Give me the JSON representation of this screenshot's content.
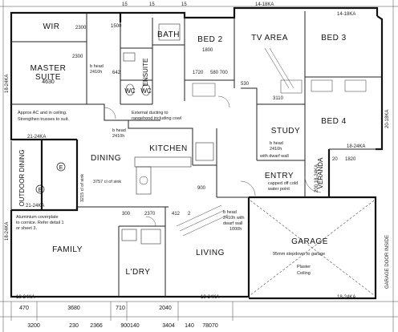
{
  "rooms": {
    "wir": "WIR",
    "master_suite": "MASTER\nSUITE",
    "ensuite": "ENSUITE",
    "bath": "BATH",
    "bed2": "BED 2",
    "tv_area": "TV AREA",
    "bed3": "BED 3",
    "bed4": "BED 4",
    "study": "STUDY",
    "entry": "ENTRY",
    "kitchen": "KITCHEN",
    "dining": "DINING",
    "outdoor_dining": "OUTDOOR\nDINING",
    "family": "FAMILY",
    "living": "LIVING",
    "ldry": "L'DRY",
    "garage": "GARAGE",
    "veranda": "VERANDA",
    "wc1": "WC",
    "wc2": "WC"
  },
  "notes": {
    "ac_note": "Approx AC and in ceiling.",
    "truss_note": "Strengthen trusses to suit.",
    "duct_note1": "External ducting to",
    "duct_note2": "rangehood including cowl",
    "coverplate1": "Aluminium coverplate",
    "coverplate2": "to cornice. Refer detail 1",
    "coverplate3": "or sheet 3.",
    "stepdown": "95mm stepdown to garage",
    "plaster": "Plaster",
    "ceiling": "Ceiling",
    "capped": "capped off cold",
    "water": "water point",
    "master_dims": "4630",
    "bed2_w": "1800",
    "bed2_h": "1720",
    "bed2_rb": "580 700",
    "master_b": "b head",
    "master_bh": "2410h",
    "ensuite_642": "642",
    "kitchen_b": "b head",
    "kitchen_bh": "2410h",
    "dining_1": "3757 cl of sink",
    "dining_2": "3215 cl of sink",
    "entry_b": "b head",
    "entry_bh": "2410h",
    "entry_w": "with dwarf wall",
    "family_b": "b head",
    "family_bh": "2410h with",
    "family_w": "dwarf wall",
    "family_1000": "1000h",
    "study_3110": "3110",
    "study_530": "530",
    "ensuite_1500": "1500",
    "ensuite_2300": "2300",
    "wir_2300": "2300",
    "bed4_1820": "1820",
    "bed4_20": "20",
    "living_900": "900",
    "living_300": "300",
    "living_2370": "2370",
    "living_412": "412",
    "living_2": "2"
  },
  "dimensions_bottom_row1": [
    "470",
    "3680",
    "710",
    "2040"
  ],
  "dimensions_bottom_row2": [
    "3200",
    "230",
    "2366",
    "900140",
    "3404",
    "140",
    "78070"
  ],
  "dimensions_top": [
    "15",
    "15",
    "15",
    "14-18KA",
    "14-18KA"
  ],
  "dimensions_left": [
    "18-24KA",
    "21-24KA",
    "21-24KA",
    "18-24KA",
    "18-24KA",
    "18-24KA"
  ],
  "dimensions_right": [
    "20-18KA",
    "18-24KA",
    "200 18-24KA",
    "18-24KA",
    "GARAGE DOOR INSIDE"
  ],
  "misc": {
    "garage_door": "GARAGE DOOR",
    "inside": "INSIDE",
    "e_marker1": "E",
    "e_marker2": "E"
  }
}
